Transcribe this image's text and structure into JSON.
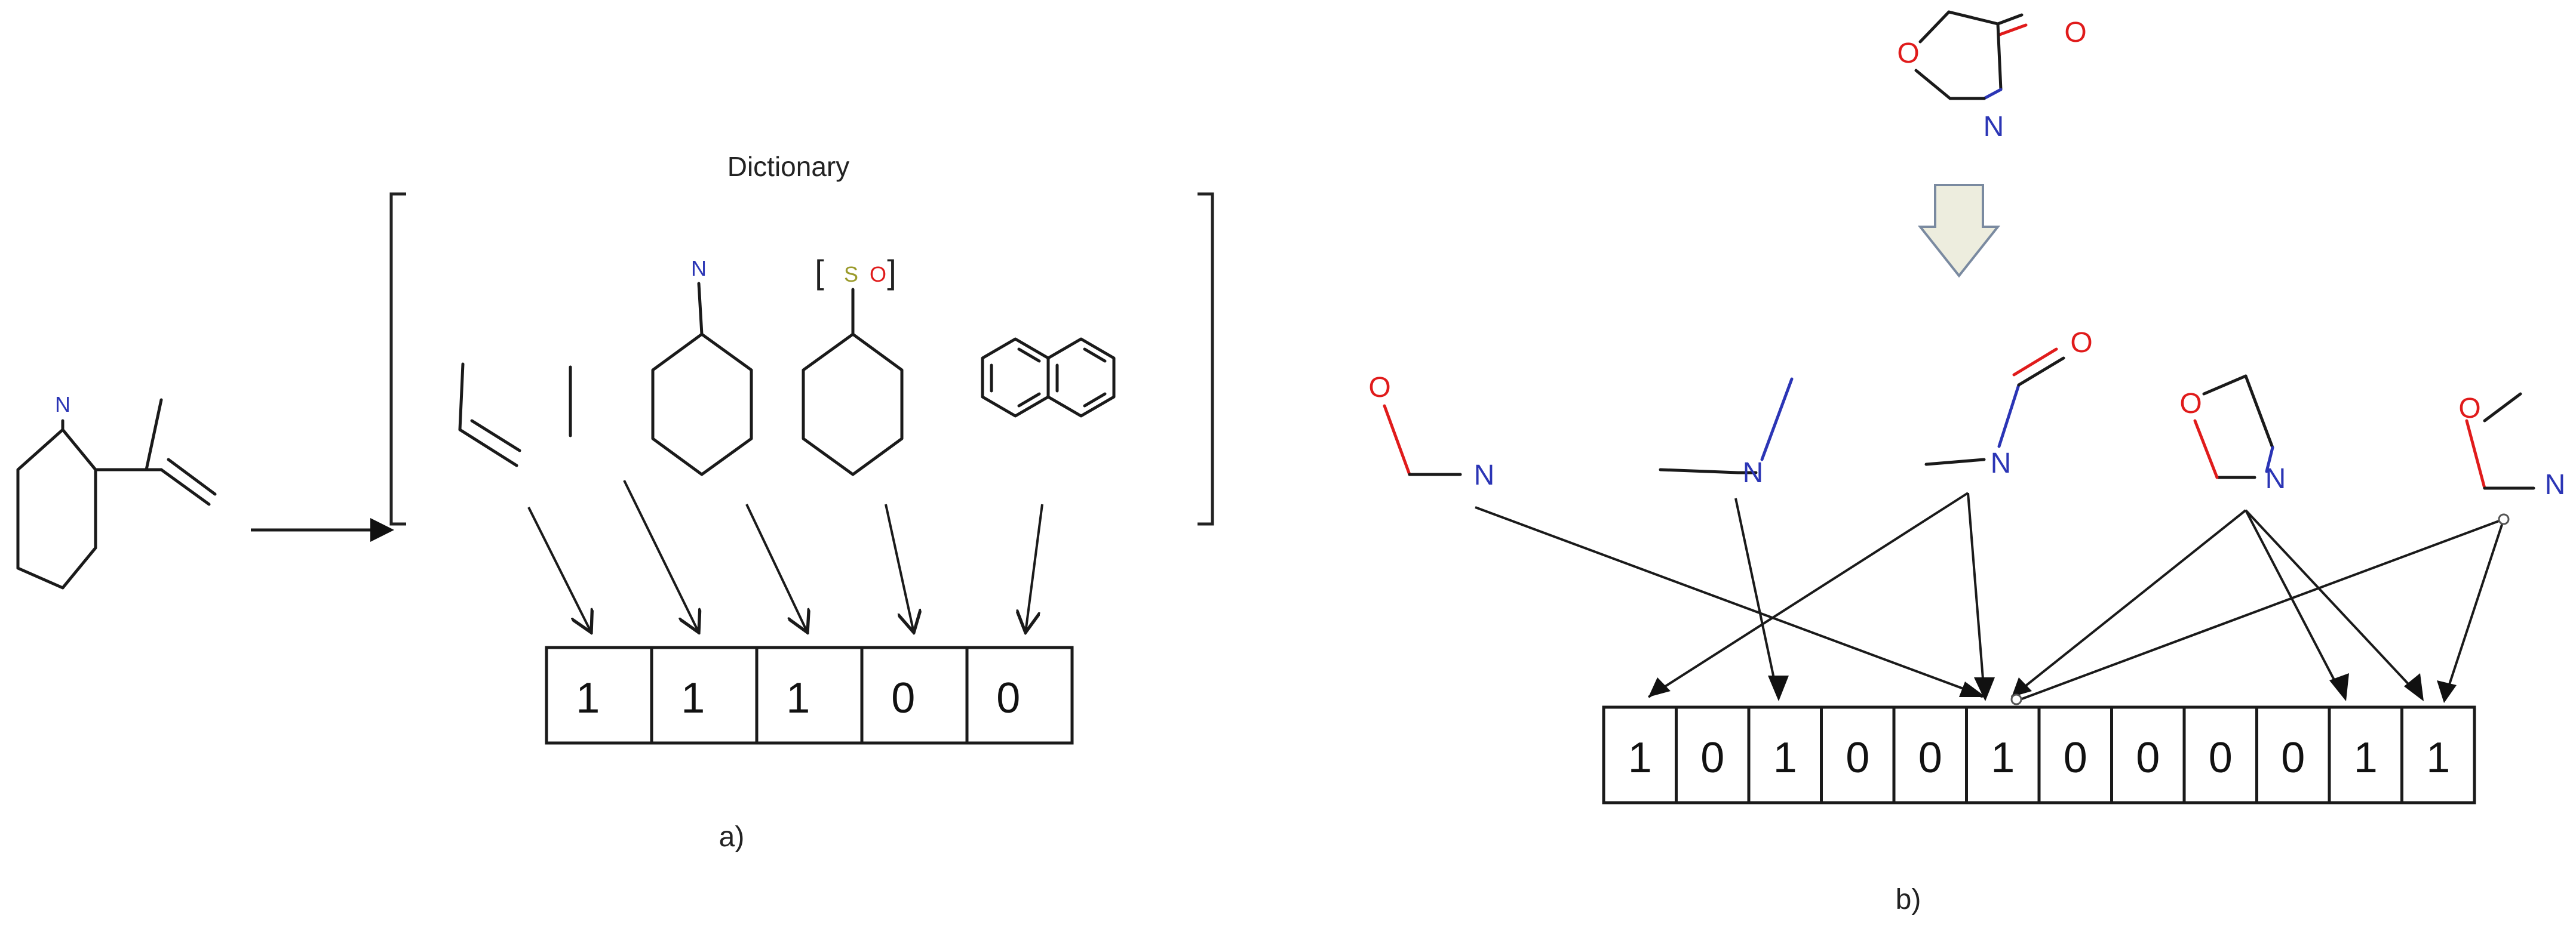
{
  "panel_a": {
    "title": "Dictionary",
    "caption": "a)",
    "input_atom": "N",
    "dict_atoms": {
      "piperidine_n": "N",
      "sulfinyl_s": "S",
      "sulfinyl_o": "O"
    },
    "bits": [
      "1",
      "1",
      "1",
      "0",
      "0"
    ]
  },
  "panel_b": {
    "caption": "b)",
    "input_atoms": {
      "o": "O",
      "n": "N",
      "carbonyl_o": "O"
    },
    "fragment_atoms": {
      "f1_o": "O",
      "f1_n": "N",
      "f2_n": "N",
      "f3_o": "O",
      "f3_n": "N",
      "f4_o": "O",
      "f4_n": "N",
      "f5_o": "O",
      "f5_n": "N"
    },
    "bits": [
      "1",
      "0",
      "1",
      "0",
      "0",
      "1",
      "0",
      "0",
      "0",
      "0",
      "1",
      "1"
    ]
  },
  "colors": {
    "nitrogen": "#2b35b5",
    "oxygen": "#e01b1b",
    "sulfur": "#9a9a2a",
    "arrow_fill": "#ededde"
  }
}
